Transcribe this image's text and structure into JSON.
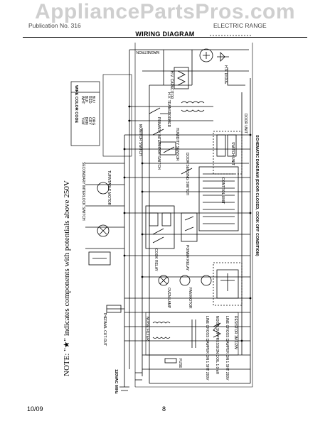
{
  "watermark": "AppliancePartsPros.com",
  "header": {
    "left": "Publication No. 316",
    "right": "ELECTRIC RANGE",
    "title": "WIRING DIAGRAM"
  },
  "notes": {
    "note": "NOTE: \"★\" indicates components with potentials above 250V",
    "schematic_caption": "SCHEMATIC DIAGRAM (DOOR CLOSED, COOK OFF CONDITION)"
  },
  "labels": {
    "magnetron": "MAGNETRON",
    "hv_capacitor": "H.V. CAPACITOR",
    "hv_diode": "H.V. DIODE",
    "hv_transformer": "H.V. TRANSFORMER",
    "primary_interlock": "PRIMARY INTERLOCK SWITCH",
    "monitor_switch": "MONITOR SWITCH",
    "secondary_interlock": "SECONDARY INTERLOCK SWITCH",
    "humidity_sensor": "HUMIDITY SENSOR",
    "door_sensing_switch": "DOOR SENSING SWITCH",
    "switch_unit": "SWITCH UNIT",
    "control_unit": "CONTROL UNIT",
    "door_unit": "DOOR UNIT",
    "fan_motor": "FAN MOTOR",
    "turntable_motor": "TURNTABLE MOTOR",
    "oven_lamp": "OVEN LAMP",
    "cook_relay": "COOK RELAY",
    "power_relay": "POWER RELAY",
    "noise_filter": "NOISE FILTER",
    "fuse": "FUSE",
    "thermal_cutout": "THERMAL CUT-OUT",
    "ac_line": "120VAC 60Hz",
    "line_cross_1": "LINE CROSS DAMPER ON 1 SHT 200V",
    "line_cross_2": "LINE CROSS DAMPER ON 1 SHT 200V",
    "noise_suppression": "NOISE SUPPRESSION COIL 1.0mH",
    "resistor": "RESISTOR 1M 1/2W",
    "wire_colors": [
      "WHT",
      "BLK",
      "RED",
      "BLU",
      "YLW",
      "BRN",
      "GRY",
      "ORG"
    ],
    "legend_title": "WIRE COLOR CODE"
  },
  "footer": {
    "date": "10/09",
    "page": "8"
  }
}
